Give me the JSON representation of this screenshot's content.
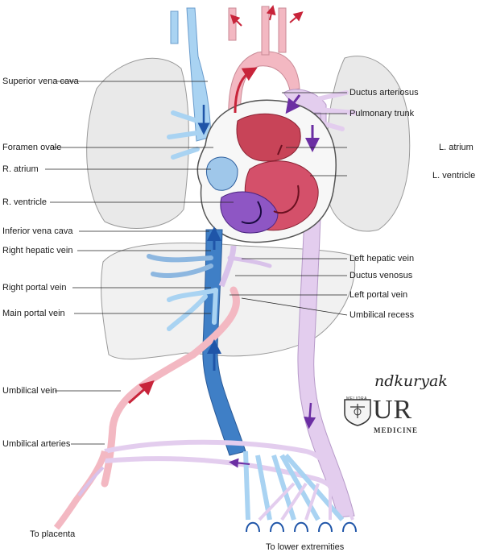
{
  "labels": {
    "superior_vena_cava": "Superior vena cava",
    "foramen_ovale": "Foramen ovale",
    "r_atrium": "R. atrium",
    "r_ventricle": "R. ventricle",
    "inferior_vena_cava": "Inferior vena cava",
    "right_hepatic_vein": "Right hepatic vein",
    "right_portal_vein": "Right portal vein",
    "main_portal_vein": "Main portal vein",
    "umbilical_vein": "Umbilical vein",
    "umbilical_arteries": "Umbilical arteries",
    "to_placenta": "To placenta",
    "ductus_arteriosus": "Ductus arteriosus",
    "pulmonary_trunk": "Pulmonary trunk",
    "l_atrium": "L. atrium",
    "l_ventricle": "L. ventricle",
    "left_hepatic_vein": "Left hepatic vein",
    "ductus_venosus": "Ductus venosus",
    "left_portal_vein": "Left portal vein",
    "umbilical_recess": "Umbilical recess",
    "to_lower_extremities": "To lower extremities"
  },
  "branding": {
    "signature": "ndkuryak",
    "logo_ur": "UR",
    "logo_medicine": "MEDICINE",
    "logo_meliora": "MELIORA"
  },
  "colors": {
    "deoxygenated": "#a9d3f2",
    "deoxygenated_dark": "#3f7fc6",
    "oxygenated": "#f3b8c2",
    "oxygenated_dark": "#c8243a",
    "mixed": "#e3cdee",
    "mixed_dark": "#7a3bb0",
    "lung": "#e9e9e9",
    "liver": "#f1f1f1"
  }
}
